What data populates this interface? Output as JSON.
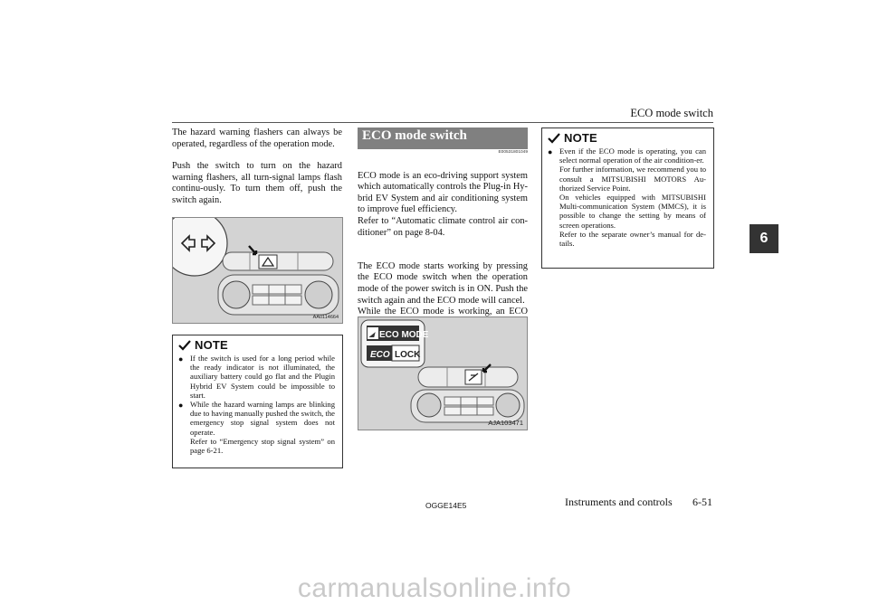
{
  "header": {
    "title": "ECO mode switch"
  },
  "chapter_tab": "6",
  "left_column": {
    "paragraphs": [
      "The hazard warning flashers can always be operated, regardless of the operation mode.",
      "Push the switch to turn on the hazard warning flashers, all turn-signal lamps flash continu-ously. To turn them off, push the switch again."
    ],
    "figure_code": "AA0114664",
    "note": {
      "title": "NOTE",
      "items": [
        [
          "If the switch is used for a long period while the ready indicator is not illuminated, the auxiliary battery could go flat and the Plugin Hybrid EV System could be impossible to start."
        ],
        [
          "While the hazard warning lamps are blinking due to having manually pushed the switch, the emergency stop signal system does not operate.",
          "Refer to “Emergency stop signal system” on page 6-21."
        ]
      ]
    }
  },
  "middle_column": {
    "section_title": "ECO mode switch",
    "section_code": "E00531801049",
    "paragraphs": [
      "ECO mode is an eco-driving support system which automatically controls the Plug-in Hy-brid EV System and air conditioning system to improve fuel efficiency.\nRefer to “Automatic climate control air con-ditioner” on page 8-04.",
      "The ECO mode starts working by pressing the ECO mode switch when the operation mode of the power switch is in ON. Push the switch again and the ECO mode will cancel.\nWhile the ECO mode is working, an ECO mode indicator will be turned on."
    ],
    "figure": {
      "eco_mode_label": "ECO MODE",
      "eco_lock_label": "LOCK",
      "eco_word": "ECO",
      "code": "AJA103471"
    }
  },
  "right_column": {
    "note": {
      "title": "NOTE",
      "items": [
        [
          "Even if the ECO mode is operating, you can select normal operation of the air condition-er.",
          "For further information, we recommend you to consult a MITSUBISHI MOTORS Au-thorized Service Point.",
          "On vehicles equipped with MITSUBISHI Multi-communication System (MMCS), it is possible to change the setting by means of screen operations.",
          "Refer to the separate owner’s manual for de-tails."
        ]
      ]
    }
  },
  "footer": {
    "code": "OGGE14E5",
    "section": "Instruments and controls",
    "page": "6-51"
  },
  "watermark": "carmanualsonline.info"
}
